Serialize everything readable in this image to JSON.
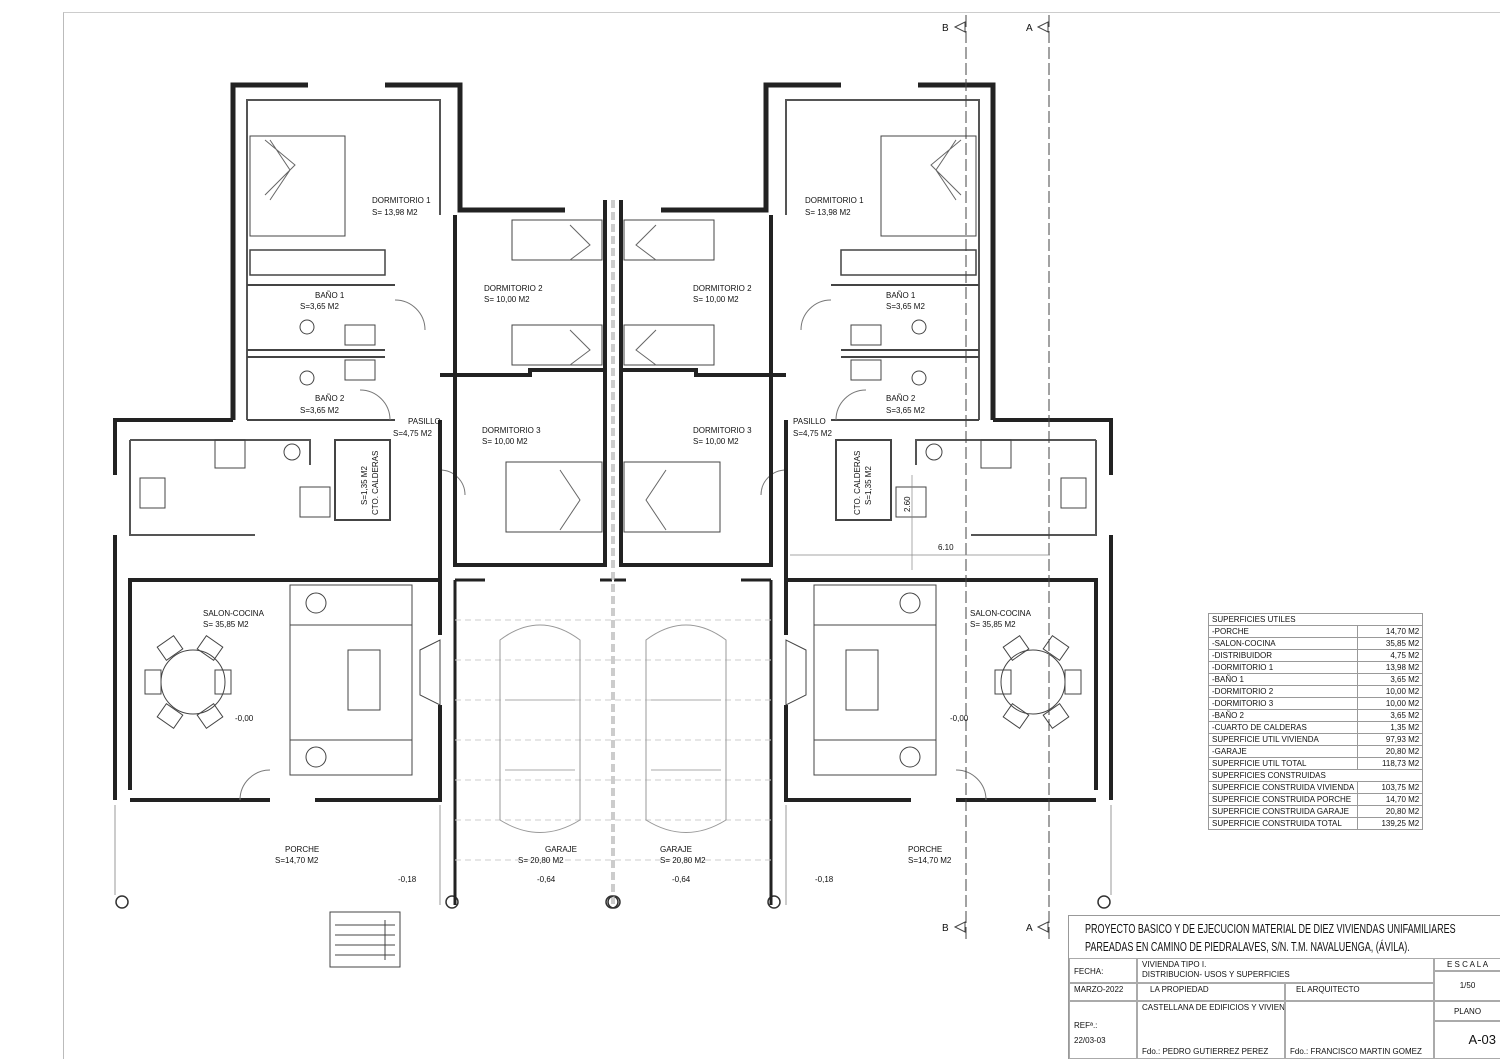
{
  "sections": {
    "b_top": "B",
    "a_top": "A",
    "b_bottom": "B",
    "a_bottom": "A"
  },
  "rooms_left": {
    "dorm1": {
      "name": "DORMITORIO  1",
      "area": "S=  13,98  M2"
    },
    "bano1": {
      "name": "BAÑO  1",
      "area": "S=3,65  M2"
    },
    "bano2": {
      "name": "BAÑO  2",
      "area": "S=3,65  M2"
    },
    "pasillo": {
      "name": "PASILLO",
      "area": "S=4,75  M2"
    },
    "calderas": {
      "name": "CTO.  CALDERAS",
      "area": "S=1,35  M2"
    },
    "dorm2": {
      "name": "DORMITORIO  2",
      "area": "S=  10,00  M2"
    },
    "dorm3": {
      "name": "DORMITORIO  3",
      "area": "S=  10,00  M2"
    },
    "salon": {
      "name": "SALON-COCINA",
      "area": "S=  35,85  M2"
    },
    "level_salon": "-0,00",
    "porche": {
      "name": "PORCHE",
      "area": "S=14,70  M2"
    },
    "level_porche": "-0,18",
    "garaje": {
      "name": "GARAJE",
      "area": "S=  20,80  M2"
    },
    "level_garaje": "-0,64"
  },
  "rooms_right": {
    "dorm1": {
      "name": "DORMITORIO  1",
      "area": "S=  13,98  M2"
    },
    "bano1": {
      "name": "BAÑO  1",
      "area": "S=3,65  M2"
    },
    "bano2": {
      "name": "BAÑO  2",
      "area": "S=3,65  M2"
    },
    "pasillo": {
      "name": "PASILLO",
      "area": "S=4,75  M2"
    },
    "calderas": {
      "name": "CTO.  CALDERAS",
      "area": "S=1,35  M2"
    },
    "dorm2": {
      "name": "DORMITORIO  2",
      "area": "S=  10,00  M2"
    },
    "dorm3": {
      "name": "DORMITORIO  3",
      "area": "S=  10,00  M2"
    },
    "salon": {
      "name": "SALON-COCINA",
      "area": "S=  35,85  M2"
    },
    "level_salon": "-0,00",
    "porche": {
      "name": "PORCHE",
      "area": "S=14,70  M2"
    },
    "level_porche": "-0,18",
    "garaje": {
      "name": "GARAJE",
      "area": "S=  20,80  M2"
    },
    "level_garaje": "-0,64"
  },
  "dimensions": {
    "d1": "2.60",
    "d2": "6.10"
  },
  "superficies": {
    "utiles_title": "SUPERFICIES  UTILES",
    "utiles": [
      [
        "-PORCHE",
        "14,70  M2"
      ],
      [
        "-SALON-COCINA",
        "35,85  M2"
      ],
      [
        "-DISTRIBUIDOR",
        "4,75  M2"
      ],
      [
        "-DORMITORIO  1",
        "13,98  M2"
      ],
      [
        "-BAÑO  1",
        "3,65  M2"
      ],
      [
        "-DORMITORIO  2",
        "10,00  M2"
      ],
      [
        "-DORMITORIO  3",
        "10,00  M2"
      ],
      [
        "-BAÑO  2",
        "3,65  M2"
      ],
      [
        "-CUARTO  DE  CALDERAS",
        "1,35  M2"
      ],
      [
        "SUPERFICIE  UTIL  VIVIENDA",
        "97,93  M2"
      ],
      [
        "-GARAJE",
        "20,80  M2"
      ],
      [
        "SUPERFICIE  UTIL  TOTAL",
        "118,73  M2"
      ]
    ],
    "construidas_title": "SUPERFICIES  CONSTRUIDAS",
    "construidas": [
      [
        "SUPERFICIE  CONSTRUIDA  VIVIENDA",
        "103,75  M2"
      ],
      [
        "SUPERFICIE  CONSTRUIDA  PORCHE",
        "14,70  M2"
      ],
      [
        "SUPERFICIE  CONSTRUIDA  GARAJE",
        "20,80  M2"
      ],
      [
        "SUPERFICIE  CONSTRUIDA  TOTAL",
        "139,25  M2"
      ]
    ]
  },
  "title_block": {
    "project_line1": "PROYECTO BASICO Y DE EJECUCION MATERIAL DE DIEZ VIVIENDAS UNIFAMILIARES",
    "project_line2": "PAREADAS EN CAMINO DE PIEDRALAVES, S/N. T.M. NAVALUENGA, (ÁVILA).",
    "fecha_label": "FECHA:",
    "fecha": "MARZO-2022",
    "ref_label": "REFª.:",
    "ref": "22/03-03",
    "desc1": "VIVIENDA TIPO I.",
    "desc2": "DISTRIBUCION- USOS Y SUPERFICIES",
    "propiedad_label": "LA  PROPIEDAD",
    "arquitecto_label": "EL ARQUITECTO",
    "propiedad": "CASTELLANA DE EDIFICIOS Y VIVIENDAS, S.L.",
    "firma_propiedad": "Fdo.: PEDRO GUTIERREZ PEREZ",
    "firma_arquitecto": "Fdo.: FRANCISCO MARTIN GOMEZ",
    "escala_label": "E S C A L A",
    "escala": "1/50",
    "plano_label": "PLANO",
    "plano": "A-03"
  }
}
